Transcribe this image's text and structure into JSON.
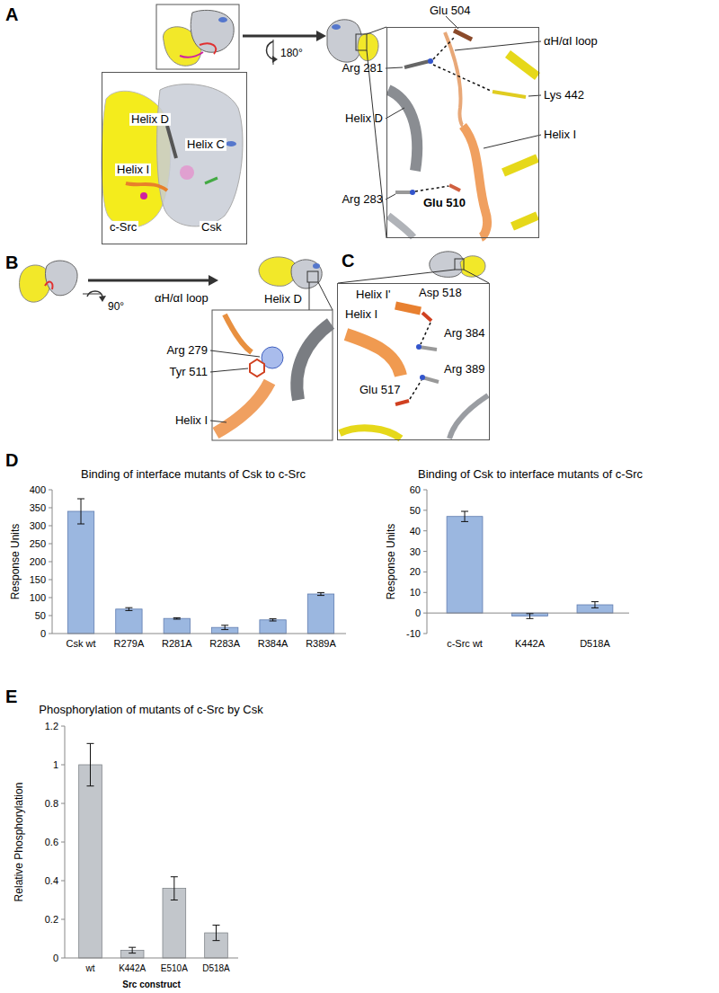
{
  "diagram": {
    "nodes": [
      {
        "text": [
          "Helix D",
          "Helix C",
          "Helix I",
          "c-Src",
          "Csk"
        ]
      },
      {
        "text": [
          "Glu 510"
        ]
      },
      {
        "text": [
          "Helix I'",
          "Asp 518",
          "Helix I",
          "Arg 384",
          "Arg 389",
          "Glu 517"
        ]
      }
    ],
    "labels": [
      "A",
      "180°",
      "Glu 504",
      "Arg 281",
      "αH/αI loop",
      "Lys 442",
      "Helix D",
      "Helix I",
      "Arg 283",
      "B",
      "90°",
      "αH/αI loop",
      "Helix D",
      "Arg 279",
      "Tyr 511",
      "Helix I",
      "C",
      "D",
      "Binding of interface mutants of Csk to c-Src",
      "Response Units",
      "400",
      "350",
      "300",
      "250",
      "200",
      "150",
      "100",
      "50",
      "0",
      "Csk wt",
      "R279A",
      "R281A",
      "R283A",
      "R384A",
      "R389A",
      "Binding of Csk to interface mutants of c-Src",
      "Response Units",
      "60",
      "50",
      "40",
      "30",
      "20",
      "10",
      "0",
      "-10",
      "c-Src wt",
      "K442A",
      "D518A",
      "E",
      "Phosphorylation of mutants of c-Src by Csk",
      "Relative Phosphorylation",
      "1.2",
      "1",
      "0.8",
      "0.6",
      "0.4",
      "0.2",
      "0",
      "wt",
      "K442A",
      "E510A",
      "D518A",
      "Src construct"
    ]
  }
}
